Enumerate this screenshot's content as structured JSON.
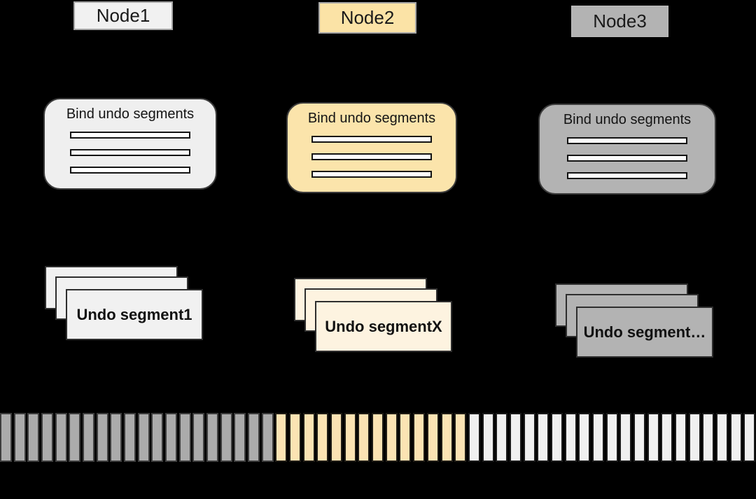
{
  "background": "#000000",
  "columns": [
    {
      "node_label": "Node1",
      "bind_label": "Bind undo segments",
      "stack_label": "Undo segment1",
      "theme": {
        "node_fill": "#f1f1f1",
        "node_border": "#a6a6a6",
        "bind_fill": "#efefef",
        "card_fill": "#f1f1f1"
      }
    },
    {
      "node_label": "Node2",
      "bind_label": "Bind undo segments",
      "stack_label": "Undo segmentX",
      "theme": {
        "node_fill": "#fbe3a6",
        "node_border": "#a6a6a6",
        "bind_fill": "#fbe4ab",
        "card_fill": "#fdf3e0"
      }
    },
    {
      "node_label": "Node3",
      "bind_label": "Bind undo segments",
      "stack_label": "Undo segment…",
      "theme": {
        "node_fill": "#b3b3b3",
        "node_border": "#bcbcbc",
        "bind_fill": "#b3b3b3",
        "card_fill": "#b3b3b3"
      }
    }
  ],
  "extent_strip": {
    "sections": [
      {
        "name": "node1-extents",
        "count": 20,
        "fill": "#ababab",
        "border": "#3d3d3d"
      },
      {
        "name": "node2-extents",
        "count": 14,
        "fill": "#fbe3b3",
        "border": "#1f1c15"
      },
      {
        "name": "node3-extents",
        "count": 21,
        "fill": "#f0f0f0",
        "border": "#1a1a1a"
      }
    ]
  }
}
